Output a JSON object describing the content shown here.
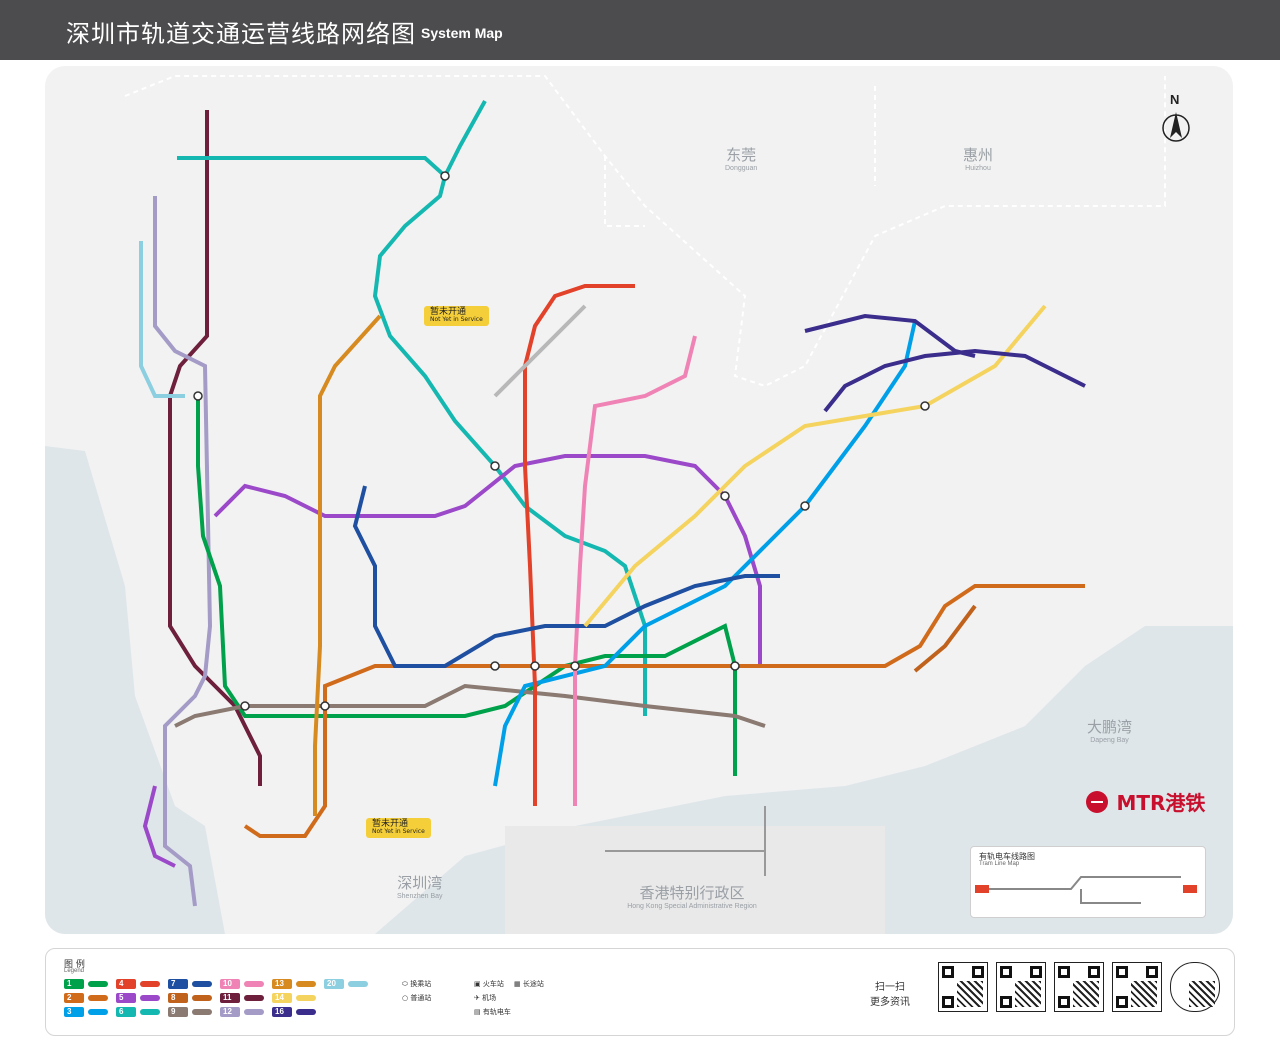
{
  "header": {
    "title": "深圳市轨道交通运营线路网络图",
    "subtitle": "System Map"
  },
  "map_labels": {
    "dongguan": {
      "zh": "东莞",
      "en": "Dongguan"
    },
    "huizhou": {
      "zh": "惠州",
      "en": "Huizhou"
    },
    "dapeng": {
      "zh": "大鹏湾",
      "en": "Dapeng Bay"
    },
    "shenzhen_bay": {
      "zh": "深圳湾",
      "en": "Shenzhen Bay"
    },
    "hksar": {
      "zh": "香港特别行政区",
      "en": "Hong Kong Special Administrative Region"
    }
  },
  "compass": "N",
  "not_open": {
    "zh": "暂未开通",
    "en": "Not Yet in Service"
  },
  "lines": [
    {
      "n": "1",
      "color": "#00a14b"
    },
    {
      "n": "2",
      "color": "#d16b1c"
    },
    {
      "n": "3",
      "color": "#00a0e9"
    },
    {
      "n": "4",
      "color": "#e2412a"
    },
    {
      "n": "5",
      "color": "#9b49c9"
    },
    {
      "n": "6",
      "color": "#14b8b0"
    },
    {
      "n": "7",
      "color": "#1f4fa0"
    },
    {
      "n": "8",
      "color": "#c0621c"
    },
    {
      "n": "9",
      "color": "#8a7a72"
    },
    {
      "n": "10",
      "color": "#f083b5"
    },
    {
      "n": "11",
      "color": "#6d1f3b"
    },
    {
      "n": "12",
      "color": "#a49bc7"
    },
    {
      "n": "13",
      "color": "#d68a1f"
    },
    {
      "n": "14",
      "color": "#f4d35e"
    },
    {
      "n": "16",
      "color": "#3a2d8c"
    },
    {
      "n": "20",
      "color": "#8bcfe0"
    }
  ],
  "mtr": {
    "brand": "MTR港铁"
  },
  "tram": {
    "title": "有轨电车线路图",
    "subtitle": "Tram Line Map"
  },
  "legend": {
    "title": "图 例",
    "title_en": "Legend",
    "interchange": "换乘站",
    "station": "普通站",
    "rail": "火车站",
    "airport": "机场",
    "bus": "长途站",
    "tram": "有轨电车"
  },
  "scan": {
    "line1": "扫一扫",
    "line2": "更多资讯"
  }
}
